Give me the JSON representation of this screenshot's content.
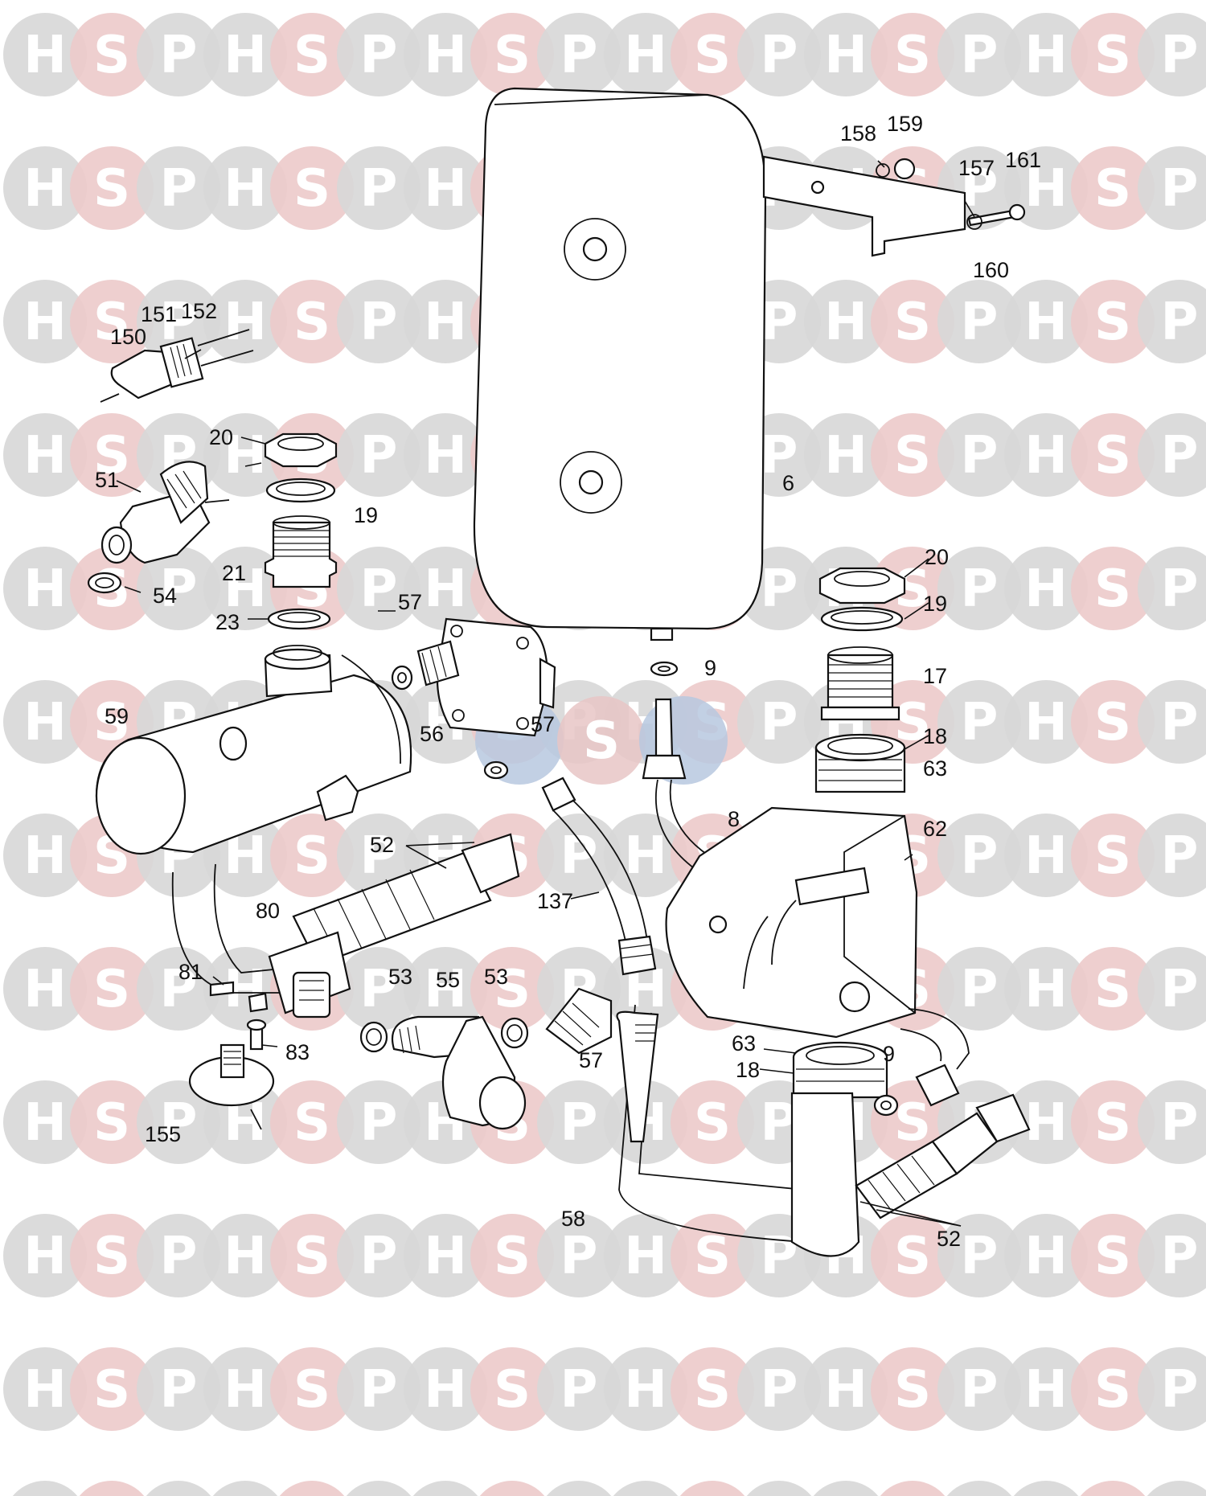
{
  "watermark": {
    "letters": [
      "H",
      "S",
      "P"
    ],
    "colors": {
      "H": "#d7d7d7",
      "S": "#eccaca",
      "P": "#d7d7d7"
    }
  },
  "center_logo": {
    "letters": [
      "H",
      "S",
      "P"
    ],
    "colors": {
      "H": "#b7c8df",
      "S": "#e7c6c6",
      "P": "#b7c8df"
    }
  },
  "callouts": {
    "c6": "6",
    "c8": "8",
    "c9a": "9",
    "c9b": "9",
    "c17": "17",
    "c18a": "18",
    "c18b": "18",
    "c19a": "19",
    "c19b": "19",
    "c20a": "20",
    "c20b": "20",
    "c21": "21",
    "c23": "23",
    "c51": "51",
    "c52a": "52",
    "c52b": "52",
    "c53a": "53",
    "c53b": "53",
    "c54": "54",
    "c55": "55",
    "c56": "56",
    "c57a": "57",
    "c57b": "57",
    "c57c": "57",
    "c58": "58",
    "c59": "59",
    "c62": "62",
    "c63a": "63",
    "c63b": "63",
    "c80": "80",
    "c81": "81",
    "c83": "83",
    "c137": "137",
    "c150": "150",
    "c151": "151",
    "c152": "152",
    "c155": "155",
    "c157": "157",
    "c158": "158",
    "c159": "159",
    "c160": "160",
    "c161": "161"
  }
}
